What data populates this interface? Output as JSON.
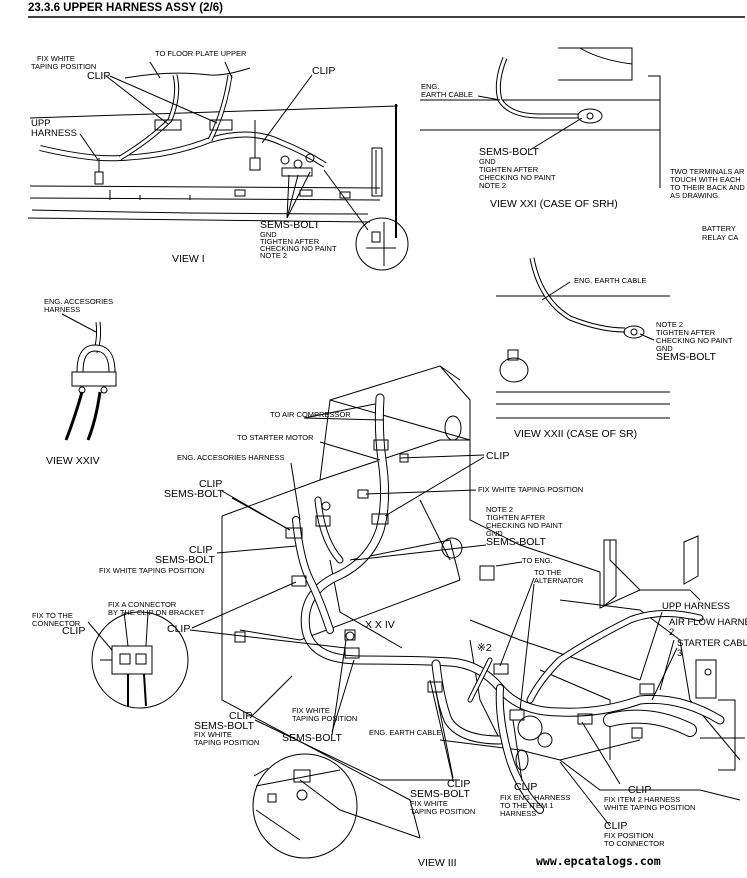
{
  "page_title": "23.3.6 UPPER HARNESS ASSY (2/6)",
  "watermark": "www.epcatalogs.com",
  "view_i": {
    "fix_white": "FIX WHITE",
    "taping_position": "TAPING POSITION",
    "clip_a": "CLIP",
    "floor_plate": "TO FLOOR PLATE UPPER",
    "clip_b": "CLIP",
    "upp": "UPP",
    "harness": "HARNESS",
    "sems_bolt": "SEMS-BOLT",
    "gnd": "GND",
    "tighten_after": "TIGHTEN AFTER",
    "checking": "CHECKING NO PAINT",
    "note": "NOTE 2",
    "view_label": "VIEW I"
  },
  "view_xxi": {
    "eng": "ENG.",
    "earth_cable": "EARTH CABLE",
    "sems_bolt": "SEMS-BOLT",
    "gnd": "GND",
    "tighten_after": "TIGHTEN AFTER",
    "checking": "CHECKING NO PAINT",
    "note": "NOTE 2",
    "view_label": "VIEW XXI (CASE OF SRH)"
  },
  "right_notes": {
    "line1": "TWO TERMINALS AR",
    "line2": "TOUCH WITH EACH",
    "line3": "TO THEIR BACK AND",
    "line4": "AS DRAWING.",
    "battery": "BATTERY",
    "relay": "RELAY CA"
  },
  "view_xxii": {
    "earth_cable": "ENG. EARTH CABLE",
    "note": "NOTE 2",
    "tighten_after": "TIGHTEN AFTER",
    "checking": "CHECKING NO PAINT",
    "gnd": "GND",
    "sems_bolt": "SEMS-BOLT",
    "view_label": "VIEW XXII (CASE OF SR)"
  },
  "view_xxiv": {
    "accesories": "ENG. ACCESORIES",
    "harness": "HARNESS",
    "view_label": "VIEW XXIV"
  },
  "view_iii": {
    "to_air_compressor": "TO AIR COMPRESSOR",
    "to_starter_motor": "TO STARTER MOTOR",
    "eng_acc_harness": "ENG. ACCESORIES HARNESS",
    "clip_1": "CLIP",
    "sems_bolt_1": "SEMS-BOLT",
    "clip_2": "CLIP",
    "fix_white_taping_1": "FIX WHITE TAPING POSITION",
    "note2": "NOTE 2",
    "tighten_after": "TIGHTEN AFTER",
    "checking": "CHECKING NO PAINT",
    "gnd": "GND",
    "sems_bolt_2": "SEMS-BOLT",
    "clip_3": "CLIP",
    "sems_bolt_3": "SEMS-BOLT",
    "fix_white_taping_2": "FIX WHITE TAPING POSITION",
    "to_eng": "TO ENG.",
    "to_the": "TO THE",
    "alternator": "ALTERNATOR",
    "fix_to_the": "FIX TO THE",
    "connector": "CONNECTOR",
    "clip_4": "CLIP",
    "fix_a_connector": "FIX A CONNECTOR",
    "by_the_clip": "BY THE CLIP ON BRACKET",
    "clip_5": "CLIP",
    "xxiv_mark": "X X IV",
    "mark_2": "※2",
    "upp_harness": "UPP HARNESS",
    "air_flow": "AIR FLOW HARNE",
    "num_2": "2",
    "starter_cable": "STARTER CABL",
    "num_3": "3",
    "clip_6": "CLIP",
    "fix_white_b": "FIX WHITE",
    "taping_position_b": "TAPING POSITION",
    "sems_bolt_4": "SEMS-BOLT",
    "fix_white_c": "FIX WHITE",
    "taping_position_c": "TAPING POSITION",
    "sems_bolt_5": "SEMS-BOLT",
    "eng_earth_cable": "ENG. EARTH CABLE",
    "clip_7": "CLIP",
    "sems_bolt_6": "SEMS-BOLT",
    "fix_white_d": "FIX WHITE",
    "taping_position_d": "TAPING POSITION",
    "clip_8": "CLIP",
    "fix_eng_harness": "FIX ENG. HARNESS",
    "to_the_item": "TO THE ITEM 1",
    "harness": "HARNESS",
    "clip_9": "CLIP",
    "fix_item2": "FIX ITEM 2 HARNESS",
    "white_taping": "WHITE TAPING POSITION",
    "clip_10": "CLIP",
    "fix_position": "FIX POSITION",
    "to_connector": "TO CONNECTOR",
    "view_label": "VIEW III"
  }
}
